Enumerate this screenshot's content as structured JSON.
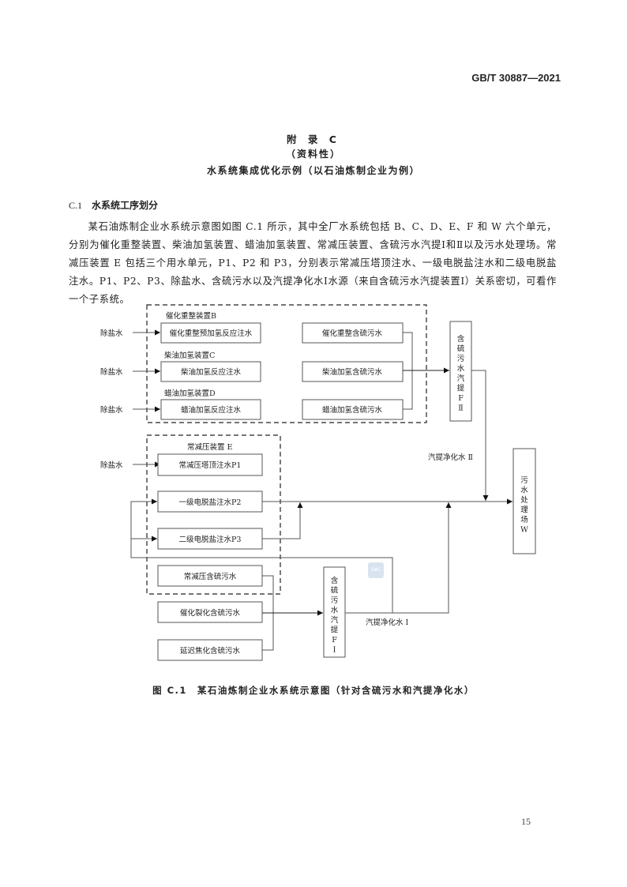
{
  "header": {
    "standard_code": "GB/T 30887—2021"
  },
  "appendix": {
    "label": "附 录 C",
    "nature": "（资料性）",
    "title": "水系统集成优化示例（以石油炼制企业为例）"
  },
  "section": {
    "number": "C.1",
    "title": "水系统工序划分"
  },
  "paragraph": "某石油炼制企业水系统示意图如图 C.1 所示，其中全厂水系统包括 B、C、D、E、F 和 W 六个单元，分别为催化重整装置、柴油加氢装置、蜡油加氢装置、常减压装置、含硫污水汽提Ⅰ和Ⅱ以及污水处理场。常减压装置 E 包括三个用水单元，P1、P2 和 P3，分别表示常减压塔顶注水、一级电脱盐注水和二级电脱盐注水。P1、P2、P3、除盐水、含硫污水以及汽提净化水Ⅰ水源（来自含硫污水汽提装置Ⅰ）关系密切，可看作一个子系统。",
  "diagram": {
    "desalted_water": "除盐水",
    "unit_b": {
      "label": "催化重整装置B",
      "inject": "催化重整预加氢反应注水",
      "sour": "催化重整含硫污水"
    },
    "unit_c": {
      "label": "柴油加氢装置C",
      "inject": "柴油加氢反应注水",
      "sour": "柴油加氢含硫污水"
    },
    "unit_d": {
      "label": "蜡油加氢装置D",
      "inject": "蜡油加氢反应注水",
      "sour": "蜡油加氢含硫污水"
    },
    "unit_e": {
      "label": "常减压装置 E",
      "p1": "常减压塔顶注水P1",
      "p2": "一级电脱盐注水P2",
      "p3": "二级电脱盐注水P3",
      "sour": "常减压含硫污水"
    },
    "cat_cracking_sour": "催化裂化含硫污水",
    "coking_sour": "延迟焦化含硫污水",
    "stripper_f2": [
      "含",
      "硫",
      "污",
      "水",
      "汽",
      "提",
      "F",
      "Ⅱ"
    ],
    "stripper_f1": [
      "含",
      "硫",
      "污",
      "水",
      "汽",
      "提",
      "F",
      "Ⅰ"
    ],
    "wwtp_w": [
      "污",
      "水",
      "处",
      "理",
      "场",
      "W"
    ],
    "stripped_water_2": "汽提净化水 Ⅱ",
    "stripped_water_1": "汽提净化水 I",
    "watermark": "SAC"
  },
  "caption": "图 C.1　某石油炼制企业水系统示意图（针对含硫污水和汽提净化水）",
  "footer": {
    "page_number": "15"
  }
}
